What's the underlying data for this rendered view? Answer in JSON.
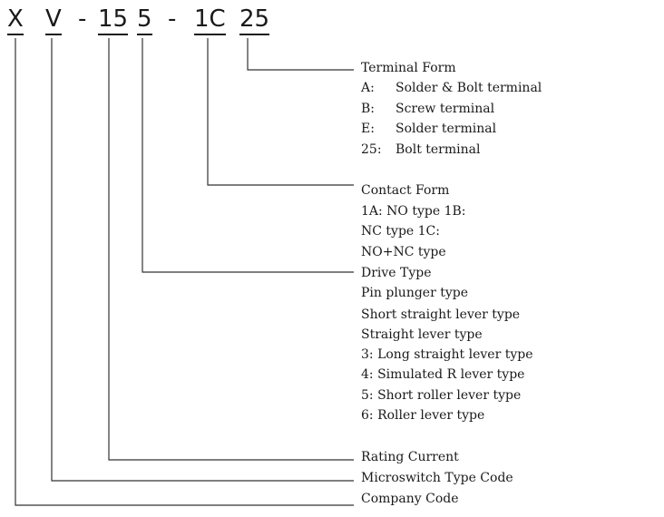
{
  "code_parts": {
    "company": "X",
    "type": "V",
    "sep1": "-",
    "rating": "15",
    "drive": "5",
    "sep2": "-",
    "contact": "1C",
    "terminal": "25"
  },
  "terminal_form": {
    "title": "Terminal Form",
    "options": [
      {
        "key": "A:",
        "text": "Solder & Bolt terminal"
      },
      {
        "key": "B:",
        "text": "Screw terminal"
      },
      {
        "key": "E:",
        "text": "Solder terminal"
      },
      {
        "key": "25:",
        "text": "Bolt terminal"
      }
    ]
  },
  "contact_form": {
    "title": "Contact Form",
    "lines": [
      "1A: NO type 1B:",
      "NC type 1C:",
      "NO+NC type"
    ]
  },
  "drive_type": {
    "title": "Drive Type",
    "lines": [
      "Pin plunger type",
      "Short straight lever type",
      "Straight lever type",
      "3: Long straight lever type",
      "4: Simulated R lever type",
      "5: Short roller lever type",
      "6: Roller lever type"
    ]
  },
  "rating_current": {
    "title": "Rating Current"
  },
  "microswitch_type_code": {
    "title": "Microswitch Type Code"
  },
  "company_code": {
    "title": "Company Code"
  }
}
